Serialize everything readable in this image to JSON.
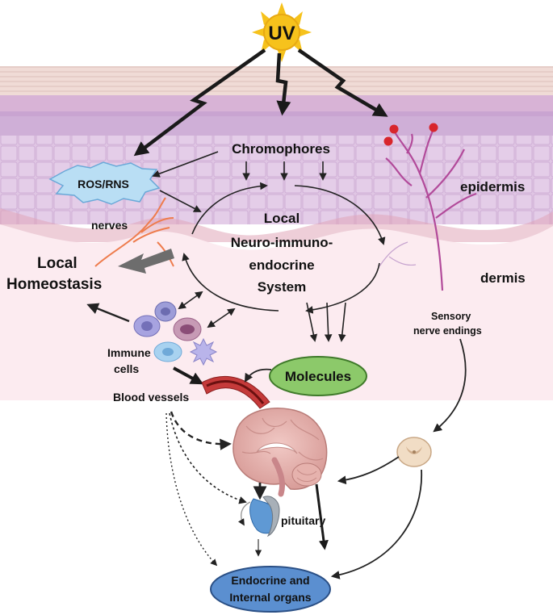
{
  "labels": {
    "uv": "UV",
    "chromophores": "Chromophores",
    "ros_rns": "ROS/RNS",
    "epidermis": "epidermis",
    "dermis": "dermis",
    "nerves": "nerves",
    "local_homeostasis": [
      "Local",
      "Homeostasis"
    ],
    "neuro_system": [
      "Local",
      "Neuro-immuno-",
      "endocrine",
      "System"
    ],
    "sensory": [
      "Sensory",
      "nerve endings"
    ],
    "immune_cells": [
      "Immune",
      "cells"
    ],
    "blood_vessels": "Blood vessels",
    "molecules": "Molecules",
    "pituitary": "pituitary",
    "endocrine": [
      "Endocrine and",
      "Internal organs"
    ]
  },
  "colors": {
    "sun": "#f6c21c",
    "skin_surface": "#efd9d4",
    "epidermis": "#dcbde0",
    "dermis": "#fcebf0",
    "ros_burst": "#b9def4",
    "molecules_fill": "#8cc96a",
    "endocrine_fill": "#5b8fd0",
    "sensory_nerve": "#b24a9a",
    "orange_nerve": "#ee7c4d",
    "vessel": "#c53a3a"
  }
}
